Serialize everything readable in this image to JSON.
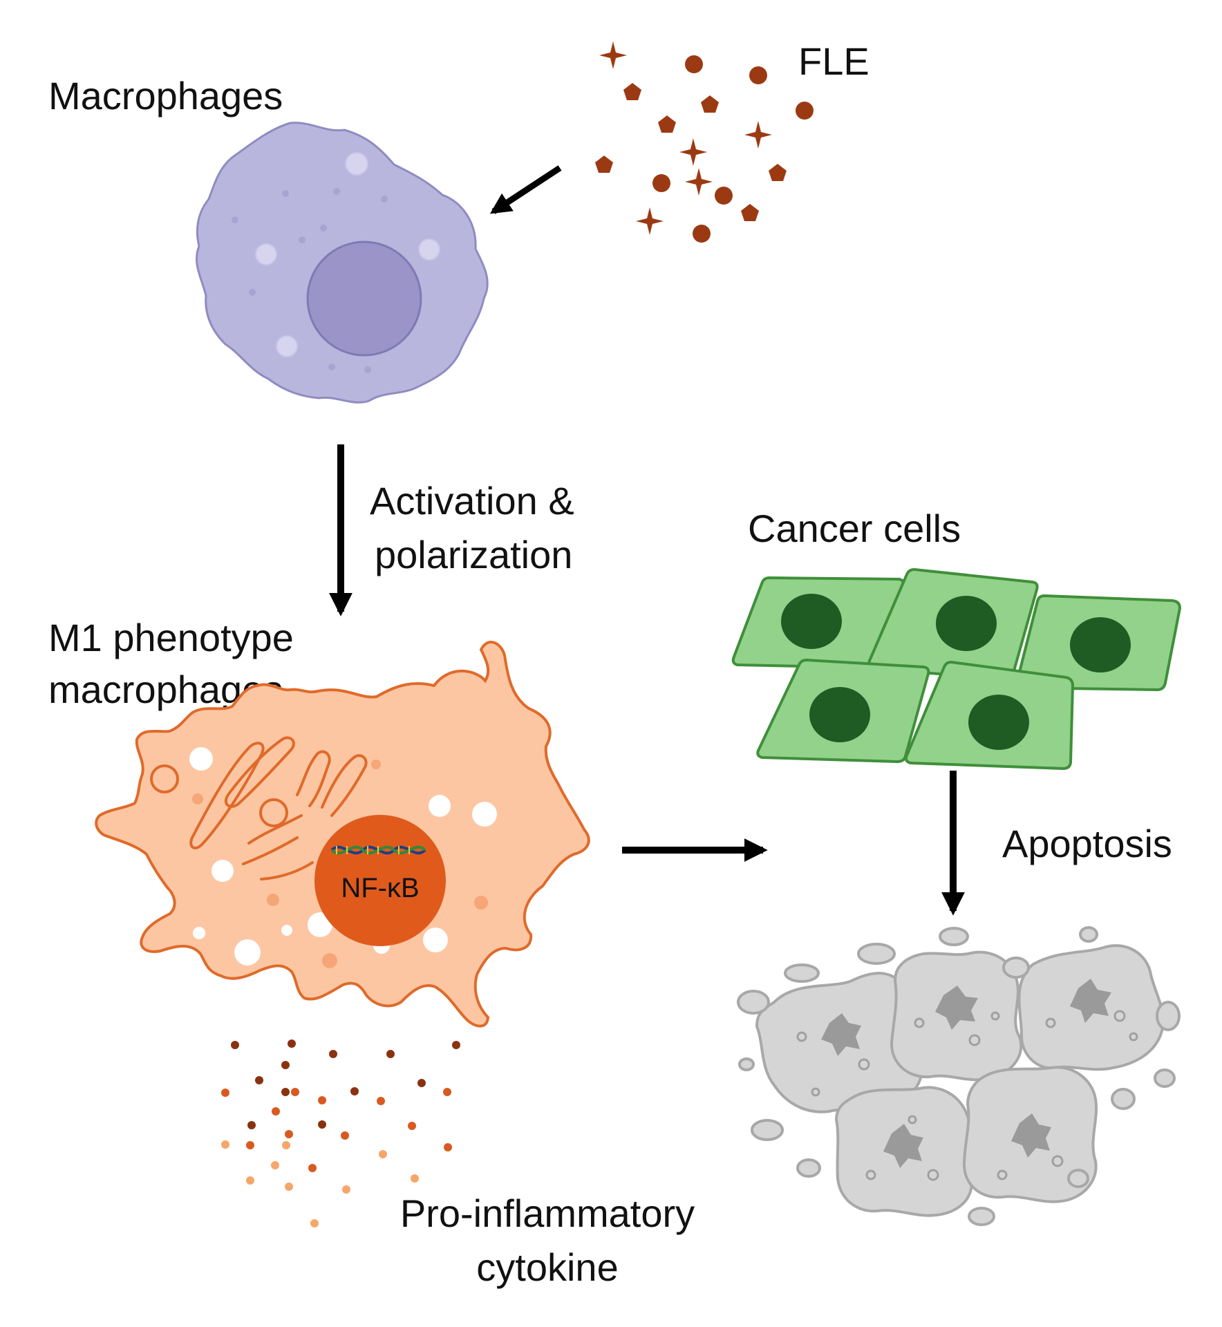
{
  "labels": {
    "fle": "FLE",
    "macrophages": "Macrophages",
    "activation_line1": "Activation &",
    "activation_line2": "polarization",
    "m1_line1": "M1 phenotype",
    "m1_line2": "macrophages",
    "nfkb": "NF-κB",
    "cancer_cells": "Cancer cells",
    "apoptosis": "Apoptosis",
    "cytokine_line1": "Pro-inflammatory",
    "cytokine_line2": "cytokine"
  },
  "colors": {
    "macrophage_fill": "#b8b6dc",
    "macrophage_nucleus": "#9a94c8",
    "m1_fill": "#fcc6a2",
    "m1_outline": "#e06a2a",
    "m1_nucleus": "#e05a1c",
    "cancer_fill": "#93d28a",
    "cancer_outline": "#3f8f3a",
    "cancer_nucleus": "#1e5c24",
    "apoptotic_fill": "#d5d5d5",
    "apoptotic_outline": "#a8a8a8",
    "fle_particle": "#9b3a12",
    "arrow": "#000000"
  }
}
